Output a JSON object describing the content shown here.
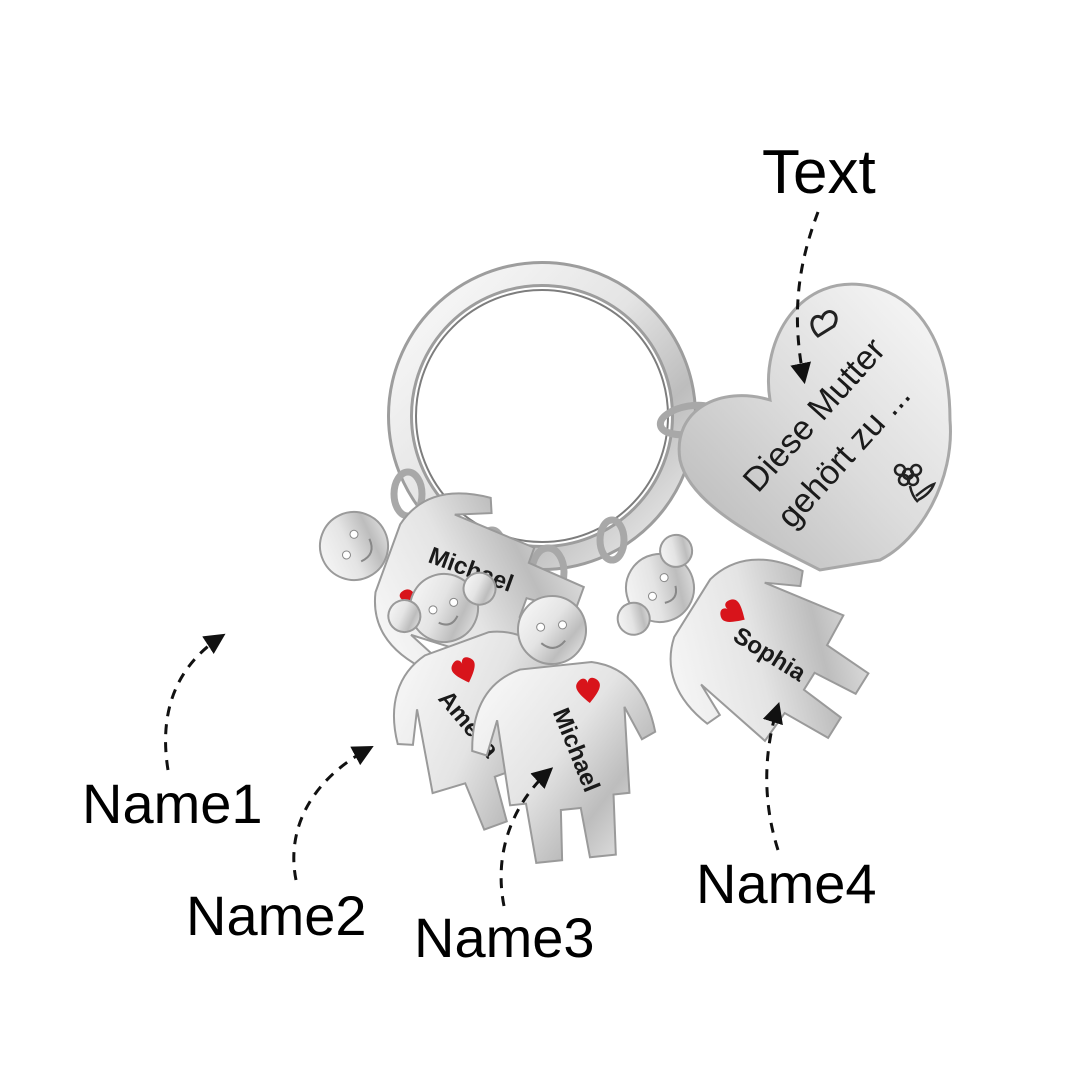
{
  "callouts": {
    "text": "Text",
    "name1": "Name1",
    "name2": "Name2",
    "name3": "Name3",
    "name4": "Name4"
  },
  "heart_tag": {
    "line1": "Diese Mutter",
    "line2": "gehört zu ..."
  },
  "charms": [
    {
      "name": "Michael"
    },
    {
      "name": "Amelia"
    },
    {
      "name": "Michael"
    },
    {
      "name": "Sophia"
    }
  ],
  "colors": {
    "metal_light": "#f4f4f4",
    "metal_mid": "#c9c9c9",
    "metal_dark": "#8a8a8a",
    "heart_red": "#d8141b",
    "arrow": "#111111"
  }
}
